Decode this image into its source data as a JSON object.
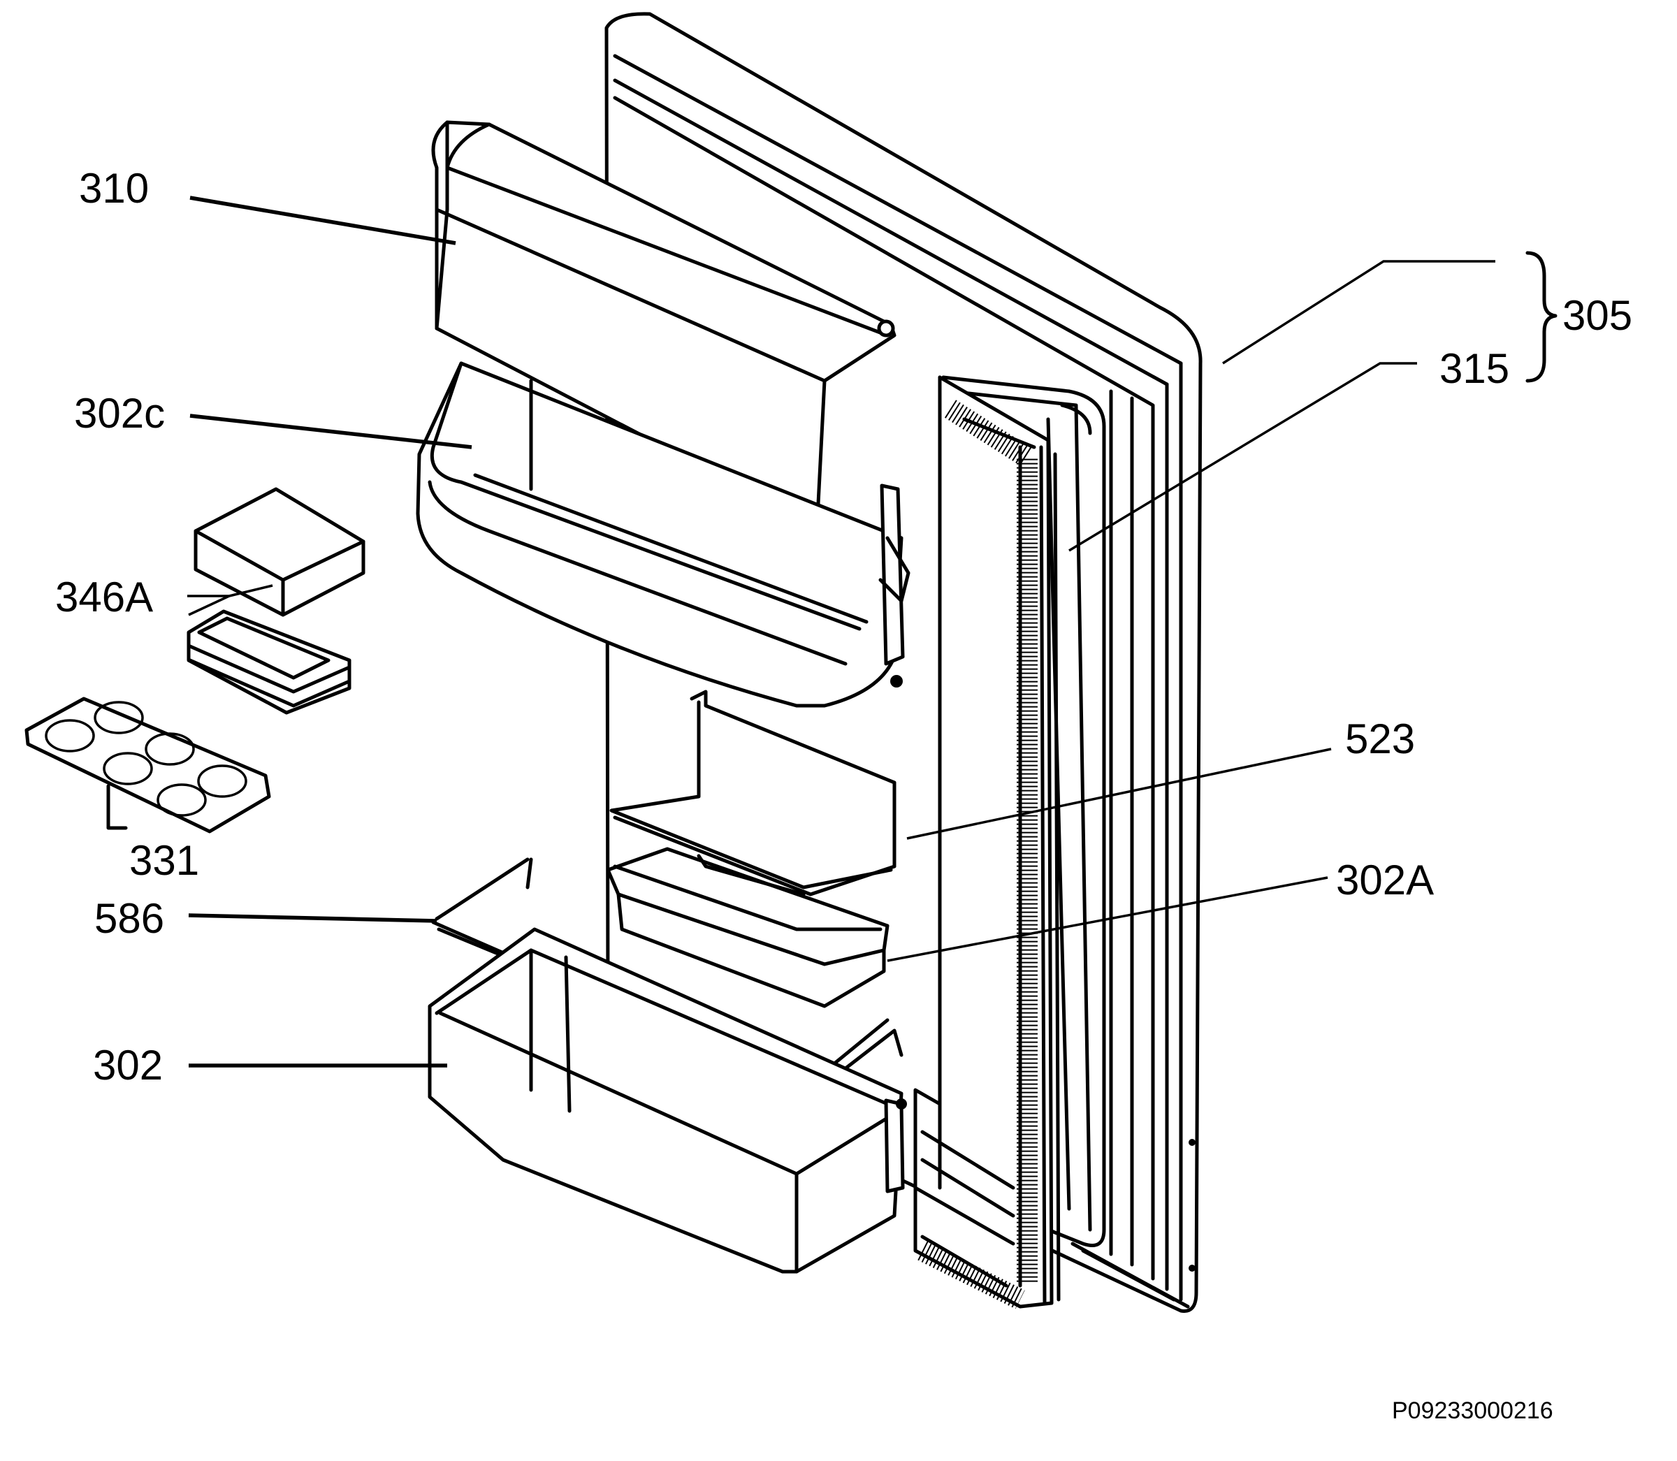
{
  "labels": {
    "l310": "310",
    "l302c": "302c",
    "l346A": "346A",
    "l331": "331",
    "l586": "586",
    "l302": "302",
    "l305": "305",
    "l315": "315",
    "l523": "523",
    "l302A": "302A"
  },
  "drawing_code": "P09233000216"
}
